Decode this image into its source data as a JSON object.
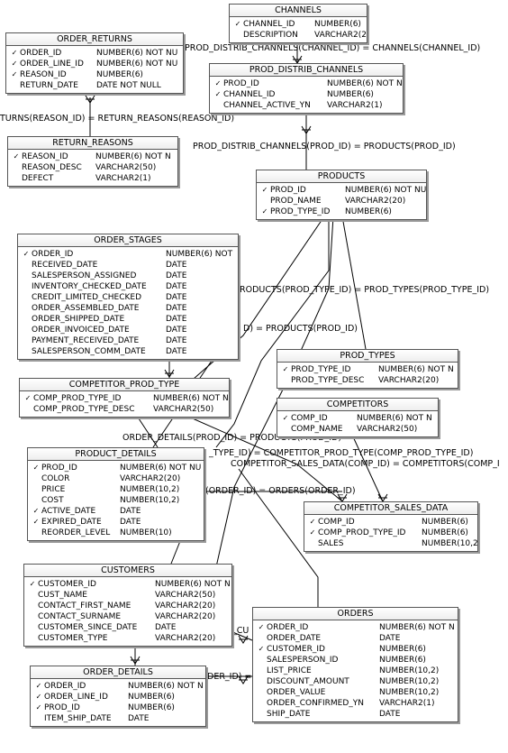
{
  "tables": [
    {
      "id": "channels",
      "name": "CHANNELS",
      "columns": [
        {
          "name": "CHANNEL_ID",
          "type": "NUMBER(6)",
          "mark": "key"
        },
        {
          "name": "DESCRIPTION",
          "type": "VARCHAR2(2",
          "mark": ""
        }
      ]
    },
    {
      "id": "order_returns",
      "name": "ORDER_RETURNS",
      "columns": [
        {
          "name": "ORDER_ID",
          "type": "NUMBER(6)  NOT NU",
          "mark": "key"
        },
        {
          "name": "ORDER_LINE_ID",
          "type": "NUMBER(6)  NOT NU",
          "mark": "key"
        },
        {
          "name": "REASON_ID",
          "type": "NUMBER(6)",
          "mark": "fk"
        },
        {
          "name": "RETURN_DATE",
          "type": "DATE  NOT NULL",
          "mark": ""
        }
      ]
    },
    {
      "id": "prod_distrib_channels",
      "name": "PROD_DISTRIB_CHANNELS",
      "columns": [
        {
          "name": "PROD_ID",
          "type": "NUMBER(6)  NOT N",
          "mark": "key"
        },
        {
          "name": "CHANNEL_ID",
          "type": "NUMBER(6)",
          "mark": "keyfk"
        },
        {
          "name": "CHANNEL_ACTIVE_YN",
          "type": "VARCHAR2(1)",
          "mark": ""
        }
      ]
    },
    {
      "id": "return_reasons",
      "name": "RETURN_REASONS",
      "columns": [
        {
          "name": "REASON_ID",
          "type": "NUMBER(6)  NOT N",
          "mark": "key"
        },
        {
          "name": "REASON_DESC",
          "type": "VARCHAR2(50)",
          "mark": ""
        },
        {
          "name": "DEFECT",
          "type": "VARCHAR2(1)",
          "mark": ""
        }
      ]
    },
    {
      "id": "products",
      "name": "PRODUCTS",
      "columns": [
        {
          "name": "PROD_ID",
          "type": "NUMBER(6)  NOT NU",
          "mark": "key"
        },
        {
          "name": "PROD_NAME",
          "type": "VARCHAR2(20)",
          "mark": ""
        },
        {
          "name": "PROD_TYPE_ID",
          "type": "NUMBER(6)",
          "mark": "fk"
        }
      ]
    },
    {
      "id": "order_stages",
      "name": "ORDER_STAGES",
      "columns": [
        {
          "name": "ORDER_ID",
          "type": "NUMBER(6)  NOT",
          "mark": "key"
        },
        {
          "name": "RECEIVED_DATE",
          "type": "DATE",
          "mark": ""
        },
        {
          "name": "SALESPERSON_ASSIGNED",
          "type": "DATE",
          "mark": ""
        },
        {
          "name": "INVENTORY_CHECKED_DATE",
          "type": "DATE",
          "mark": ""
        },
        {
          "name": "CREDIT_LIMITED_CHECKED",
          "type": "DATE",
          "mark": ""
        },
        {
          "name": "ORDER_ASSEMBLED_DATE",
          "type": "DATE",
          "mark": ""
        },
        {
          "name": "ORDER_SHIPPED_DATE",
          "type": "DATE",
          "mark": ""
        },
        {
          "name": "ORDER_INVOICED_DATE",
          "type": "DATE",
          "mark": ""
        },
        {
          "name": "PAYMENT_RECEIVED_DATE",
          "type": "DATE",
          "mark": ""
        },
        {
          "name": "SALESPERSON_COMM_DATE",
          "type": "DATE",
          "mark": ""
        }
      ]
    },
    {
      "id": "prod_types",
      "name": "PROD_TYPES",
      "columns": [
        {
          "name": "PROD_TYPE_ID",
          "type": "NUMBER(6)  NOT N",
          "mark": "key"
        },
        {
          "name": "PROD_TYPE_DESC",
          "type": "VARCHAR2(20)",
          "mark": ""
        }
      ]
    },
    {
      "id": "competitor_prod_type",
      "name": "COMPETITOR_PROD_TYPE",
      "columns": [
        {
          "name": "COMP_PROD_TYPE_ID",
          "type": "NUMBER(6)  NOT N",
          "mark": "key"
        },
        {
          "name": "COMP_PROD_TYPE_DESC",
          "type": "VARCHAR2(50)",
          "mark": ""
        }
      ]
    },
    {
      "id": "competitors",
      "name": "COMPETITORS",
      "columns": [
        {
          "name": "COMP_ID",
          "type": "NUMBER(6)  NOT N",
          "mark": "key"
        },
        {
          "name": "COMP_NAME",
          "type": "VARCHAR2(50)",
          "mark": ""
        }
      ]
    },
    {
      "id": "product_details",
      "name": "PRODUCT_DETAILS",
      "columns": [
        {
          "name": "PROD_ID",
          "type": "NUMBER(6)  NOT NU",
          "mark": "keyfk"
        },
        {
          "name": "COLOR",
          "type": "VARCHAR2(20)",
          "mark": ""
        },
        {
          "name": "PRICE",
          "type": "NUMBER(10,2)",
          "mark": ""
        },
        {
          "name": "COST",
          "type": "NUMBER(10,2)",
          "mark": ""
        },
        {
          "name": "ACTIVE_DATE",
          "type": "DATE",
          "mark": "key"
        },
        {
          "name": "EXPIRED_DATE",
          "type": "DATE",
          "mark": "key"
        },
        {
          "name": "REORDER_LEVEL",
          "type": "NUMBER(10)",
          "mark": ""
        }
      ]
    },
    {
      "id": "competitor_sales_data",
      "name": "COMPETITOR_SALES_DATA",
      "columns": [
        {
          "name": "COMP_ID",
          "type": "NUMBER(6)",
          "mark": "keyfk"
        },
        {
          "name": "COMP_PROD_TYPE_ID",
          "type": "NUMBER(6)",
          "mark": "keyfk"
        },
        {
          "name": "SALES",
          "type": "NUMBER(10,2)",
          "mark": ""
        }
      ]
    },
    {
      "id": "customers",
      "name": "CUSTOMERS",
      "columns": [
        {
          "name": "CUSTOMER_ID",
          "type": "NUMBER(6)  NOT N",
          "mark": "key"
        },
        {
          "name": "CUST_NAME",
          "type": "VARCHAR2(50)",
          "mark": ""
        },
        {
          "name": "CONTACT_FIRST_NAME",
          "type": "VARCHAR2(20)",
          "mark": ""
        },
        {
          "name": "CONTACT_SURNAME",
          "type": "VARCHAR2(20)",
          "mark": ""
        },
        {
          "name": "CUSTOMER_SINCE_DATE",
          "type": "DATE",
          "mark": ""
        },
        {
          "name": "CUSTOMER_TYPE",
          "type": "VARCHAR2(20)",
          "mark": ""
        }
      ]
    },
    {
      "id": "orders",
      "name": "ORDERS",
      "columns": [
        {
          "name": "ORDER_ID",
          "type": "NUMBER(6)  NOT N",
          "mark": "key"
        },
        {
          "name": "ORDER_DATE",
          "type": "DATE",
          "mark": ""
        },
        {
          "name": "CUSTOMER_ID",
          "type": "NUMBER(6)",
          "mark": "fk"
        },
        {
          "name": "SALESPERSON_ID",
          "type": "NUMBER(6)",
          "mark": ""
        },
        {
          "name": "LIST_PRICE",
          "type": "NUMBER(10,2)",
          "mark": ""
        },
        {
          "name": "DISCOUNT_AMOUNT",
          "type": "NUMBER(10,2)",
          "mark": ""
        },
        {
          "name": "ORDER_VALUE",
          "type": "NUMBER(10,2)",
          "mark": ""
        },
        {
          "name": "ORDER_CONFIRMED_YN",
          "type": "VARCHAR2(1)",
          "mark": ""
        },
        {
          "name": "SHIP_DATE",
          "type": "DATE",
          "mark": ""
        }
      ]
    },
    {
      "id": "order_details",
      "name": "ORDER_DETAILS",
      "columns": [
        {
          "name": "ORDER_ID",
          "type": "NUMBER(6)  NOT N",
          "mark": "keyfk"
        },
        {
          "name": "ORDER_LINE_ID",
          "type": "NUMBER(6)",
          "mark": "key"
        },
        {
          "name": "PROD_ID",
          "type": "NUMBER(6)",
          "mark": "fk"
        },
        {
          "name": "ITEM_SHIP_DATE",
          "type": "DATE",
          "mark": ""
        }
      ]
    }
  ],
  "relationships": [
    {
      "id": "r1",
      "label": "PROD_DISTRIB_CHANNELS(CHANNEL_ID) = CHANNELS(CHANNEL_ID)"
    },
    {
      "id": "r2",
      "label": "TURNS(REASON_ID) = RETURN_REASONS(REASON_ID)"
    },
    {
      "id": "r3",
      "label": "PROD_DISTRIB_CHANNELS(PROD_ID) = PRODUCTS(PROD_ID)"
    },
    {
      "id": "r4",
      "label": "RODUCTS(PROD_TYPE_ID) = PROD_TYPES(PROD_TYPE_ID)"
    },
    {
      "id": "r5",
      "label": "D) = PRODUCTS(PROD_ID)"
    },
    {
      "id": "r6",
      "label": "ORDER_DETAILS(PROD_ID) = PRODUCTS(PROD_ID)"
    },
    {
      "id": "r7",
      "label": "_TYPE_ID) = COMPETITOR_PROD_TYPE(COMP_PROD_TYPE_ID)"
    },
    {
      "id": "r8",
      "label": "COMPETITOR_SALES_DATA(COMP_ID) = COMPETITORS(COMP_I"
    },
    {
      "id": "r9",
      "label": "(ORDER_ID) = ORDERS(ORDER_ID)"
    },
    {
      "id": "r10",
      "label": "_CU"
    },
    {
      "id": "r11",
      "label": "DER_ID) ="
    }
  ],
  "colors": {
    "border": "#555555",
    "line": "#000000",
    "shadow": "#9a9a9a"
  }
}
